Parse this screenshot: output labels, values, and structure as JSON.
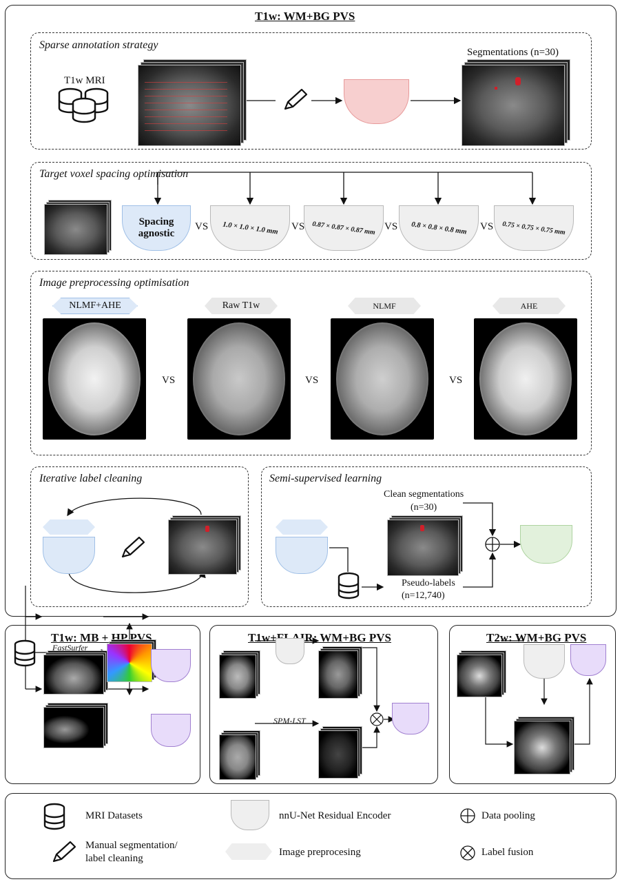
{
  "main_title": "T1w: WM+BG PVS",
  "sparse": {
    "title": "Sparse annotation strategy",
    "t1w_label": "T1w MRI",
    "seg_label": "Segmentations (n=30)"
  },
  "spacing": {
    "title": "Target voxel spacing optimisation",
    "agnostic": "Spacing agnostic",
    "options": [
      "1.0 × 1.0 × 1.0 mm",
      "0.87 × 0.87 × 0.87 mm",
      "0.8 × 0.8 × 0.8 mm",
      "0.75 × 0.75 × 0.75 mm"
    ],
    "vs": "VS"
  },
  "preproc": {
    "title": "Image preprocessing optimisation",
    "labels": [
      "NLMF+AHE",
      "Raw T1w",
      "NLMF",
      "AHE"
    ],
    "vs": "VS"
  },
  "iterative": {
    "title": "Iterative label cleaning"
  },
  "semi": {
    "title": "Semi-supervised learning",
    "clean_label": "Clean segmentations",
    "clean_n": "(n=30)",
    "pseudo_label": "Pseudo-labels",
    "pseudo_n": "(n=12,740)"
  },
  "mb_hp": {
    "title": "T1w: MB + HP PVS",
    "fastsurfer": "FastSurfer"
  },
  "flair": {
    "title": "T1w+FLAIR: WM+BG PVS",
    "spm_lst": "SPM-LST"
  },
  "t2w": {
    "title": "T2w: WM+BG PVS"
  },
  "legend": {
    "mri_datasets": "MRI Datasets",
    "manual_seg_1": "Manual segmentation/",
    "manual_seg_2": "label cleaning",
    "nnunet": "nnU-Net Residual Encoder",
    "image_preproc": "Image preprocesing",
    "data_pooling": "Data pooling",
    "label_fusion": "Label fusion"
  },
  "colors": {
    "gray_model": "#efefef",
    "blue_model": "#dde9f8",
    "pink_model": "#f7cfcf",
    "green_model": "#e2f1dc",
    "purple_model": "#e8dcfa",
    "lesion_red": "#d0202a"
  }
}
